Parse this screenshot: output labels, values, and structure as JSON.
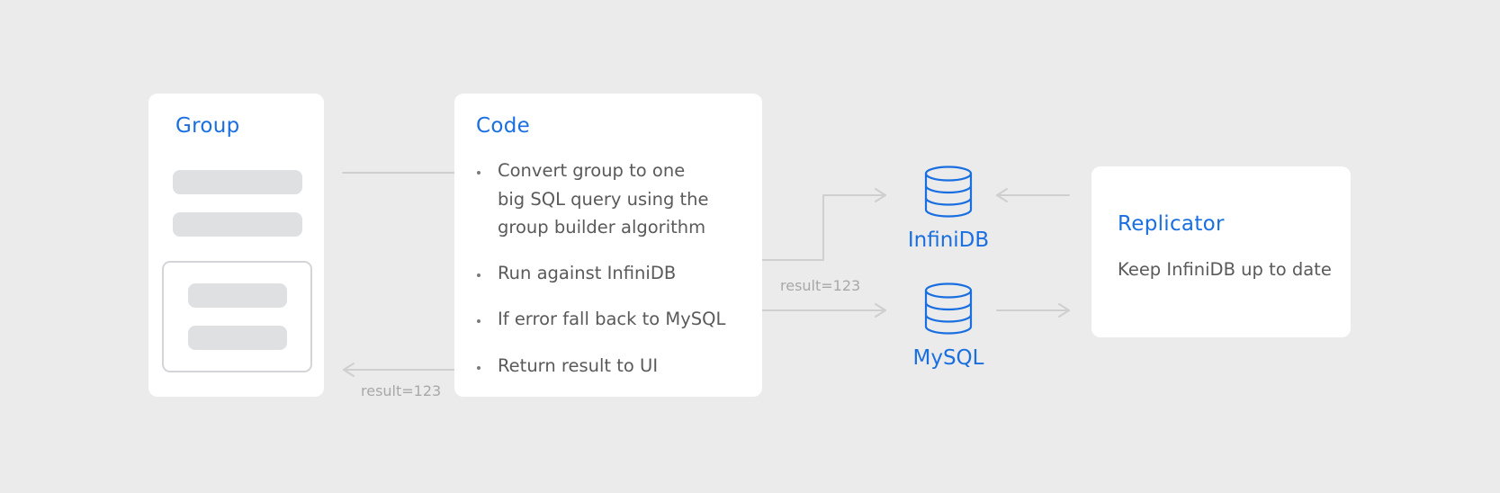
{
  "group": {
    "title": "Group"
  },
  "code": {
    "title": "Code",
    "steps": [
      {
        "lines": [
          "Convert group to one",
          "big SQL query using the",
          "group builder algorithm"
        ]
      },
      {
        "lines": [
          "Run against InfiniDB"
        ]
      },
      {
        "lines": [
          "If error fall back to MySQL"
        ]
      },
      {
        "lines": [
          "Return result to UI"
        ]
      }
    ]
  },
  "databases": {
    "infinidb": {
      "label": "InfiniDB",
      "icon": "database-icon"
    },
    "mysql": {
      "label": "MySQL",
      "icon": "database-icon"
    }
  },
  "replicator": {
    "title": "Replicator",
    "description": "Keep InfiniDB up to date"
  },
  "results": {
    "to_ui": "result=123",
    "from_db": "result=123"
  },
  "colors": {
    "accent": "#1a6fe0",
    "background": "#ebebeb",
    "card": "#ffffff",
    "connector": "#cfcfcf",
    "text": "#5a5a5a",
    "muted": "#a8a8a8"
  }
}
